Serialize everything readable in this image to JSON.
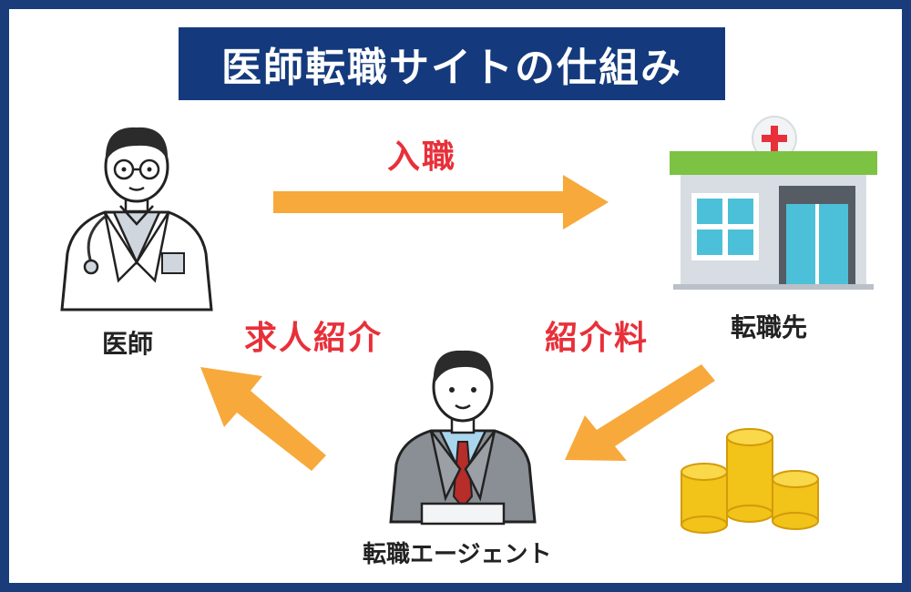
{
  "title": "医師転職サイトの仕組み",
  "nodes": {
    "doctor": "医師",
    "hospital": "転職先",
    "agent": "転職エージェント"
  },
  "flows": {
    "placement": "入職",
    "job_introduction": "求人紹介",
    "referral_fee": "紹介料"
  },
  "colors": {
    "frame": "#1a3c7a",
    "title_bg": "#143a7d",
    "arrow": "#f7a93b",
    "flow_label": "#e8303a",
    "roof": "#7cc243",
    "cross": "#e8303a",
    "coin": "#f2c318"
  },
  "icons": [
    "doctor-icon",
    "hospital-icon",
    "agent-icon",
    "coins-icon"
  ]
}
